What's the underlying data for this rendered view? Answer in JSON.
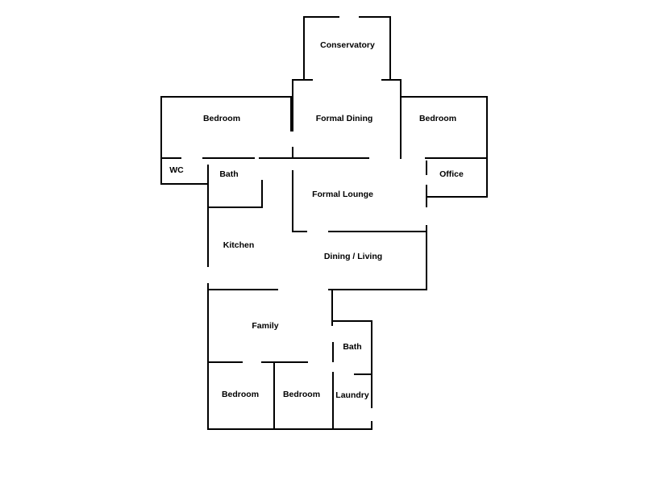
{
  "floor_plan": {
    "rooms": {
      "conservatory": "Conservatory",
      "formal_dining": "Formal Dining",
      "bedroom_left": "Bedroom",
      "bedroom_right": "Bedroom",
      "wc": "WC",
      "bath_upper": "Bath",
      "office": "Office",
      "formal_lounge": "Formal Lounge",
      "kitchen": "Kitchen",
      "dining_living": "Dining / Living",
      "family": "Family",
      "bath_lower": "Bath",
      "bedroom_bottom_left": "Bedroom",
      "bedroom_bottom_middle": "Bedroom",
      "laundry": "Laundry"
    }
  }
}
